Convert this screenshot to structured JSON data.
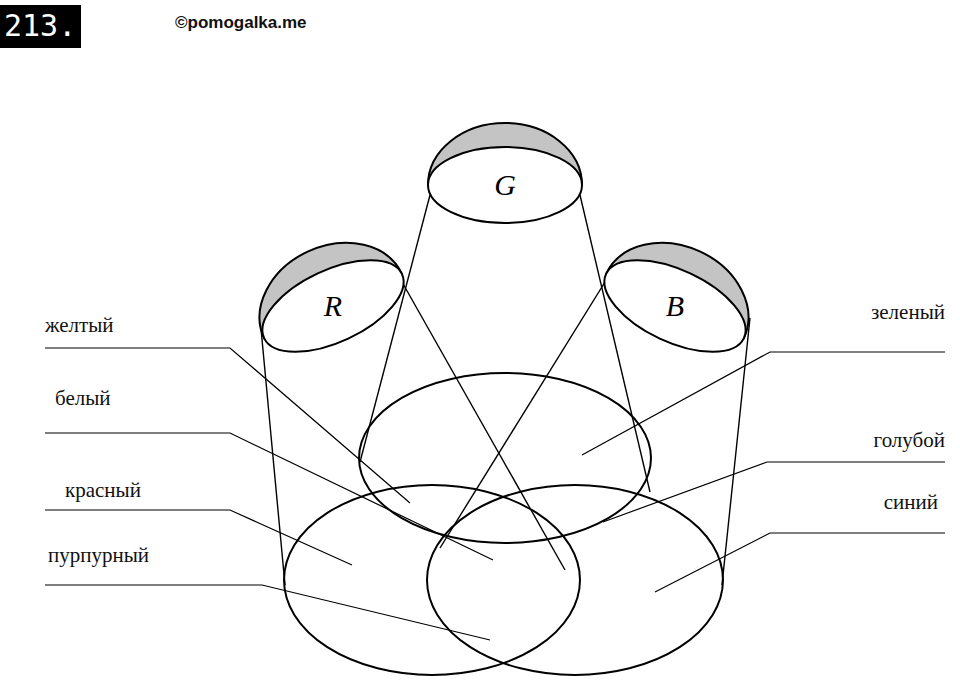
{
  "diagram": {
    "nodes": [
      {
        "text": [
          "213."
        ]
      },
      {
        "text": [
          "G"
        ]
      },
      {
        "text": [
          "R"
        ]
      },
      {
        "text": [
          "B"
        ]
      }
    ],
    "labels": [
      "©pomogalka.me",
      "желтый",
      "белый",
      "красный",
      "пурпурный",
      "зеленый",
      "голубой",
      "синий"
    ]
  }
}
